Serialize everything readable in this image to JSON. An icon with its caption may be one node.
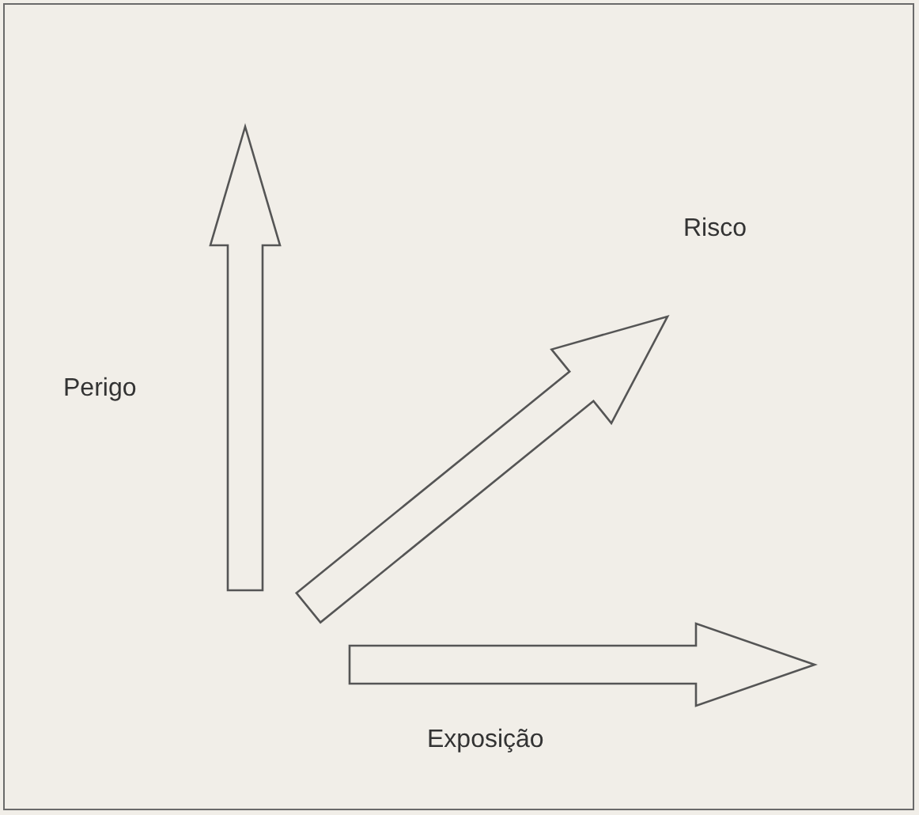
{
  "diagram": {
    "labels": [
      "Risco",
      "Perigo",
      "Exposição"
    ]
  }
}
